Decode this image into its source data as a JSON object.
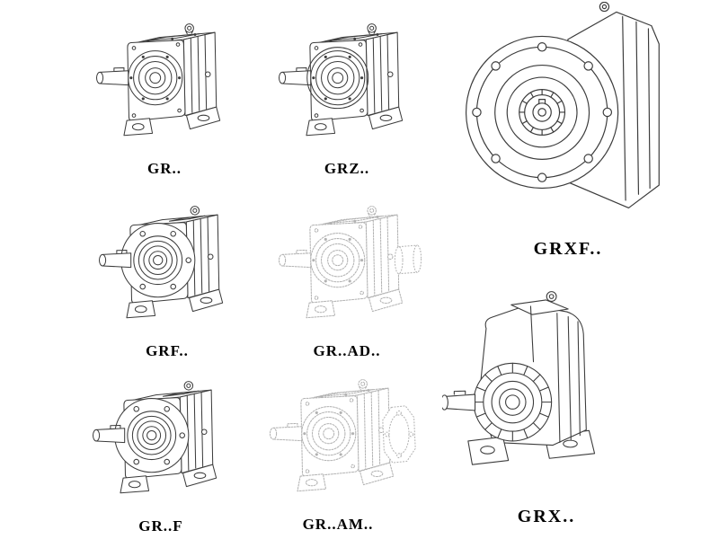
{
  "figures": [
    {
      "key": "gr",
      "label": "GR.."
    },
    {
      "key": "grz",
      "label": "GRZ.."
    },
    {
      "key": "grxf",
      "label": "GRXF.."
    },
    {
      "key": "grf",
      "label": "GRF.."
    },
    {
      "key": "gr_ad",
      "label": "GR..AD.."
    },
    {
      "key": "gr_f",
      "label": "GR..F"
    },
    {
      "key": "gr_am",
      "label": "GR..AM.."
    },
    {
      "key": "grx",
      "label": "GRX.."
    }
  ],
  "colors": {
    "line": "#3c3c3c",
    "phantom_line": "#b2b2b2",
    "label_text": "#000000",
    "background": "#ffffff"
  }
}
